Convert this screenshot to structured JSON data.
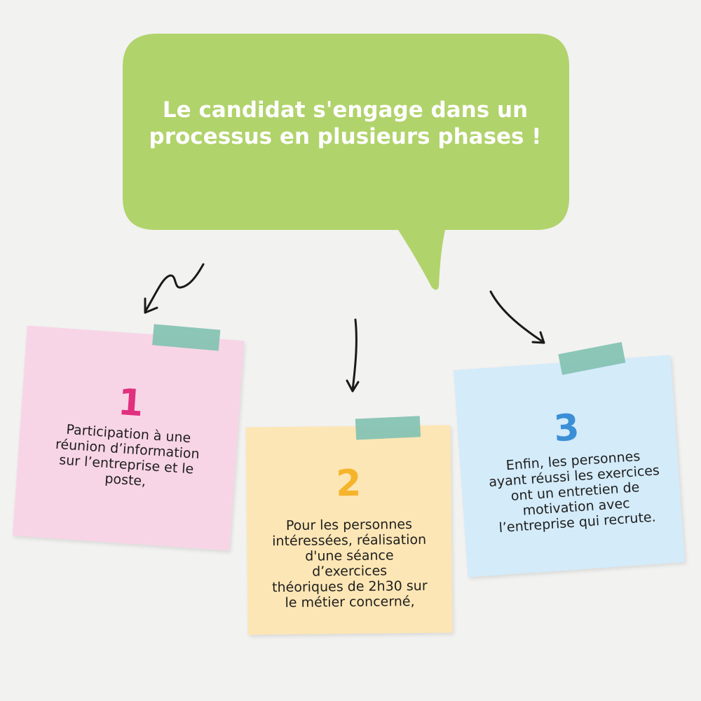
{
  "bubble": {
    "title_line1": "Le candidat s'engage dans un",
    "title_line2": "processus en plusieurs phases !",
    "color": "#b1d36b",
    "text_color": "#ffffff"
  },
  "arrows": {
    "color": "#1a1a1a"
  },
  "notes": [
    {
      "number": "1",
      "number_color": "#e0307e",
      "lines": [
        "Participation à une",
        "réunion d’information",
        "sur l’entreprise et le",
        "poste,"
      ],
      "bg": "#f8d5e6"
    },
    {
      "number": "2",
      "number_color": "#f6b42b",
      "lines": [
        "Pour les personnes",
        "intéressées, réalisation",
        "d'une séance d’exercices",
        "théoriques de 2h30 sur",
        "le métier concerné,"
      ],
      "bg": "#fde6b5"
    },
    {
      "number": "3",
      "number_color": "#3b8fd6",
      "lines": [
        "Enfin, les personnes",
        "ayant réussi les exercices",
        "ont un entretien de",
        "motivation avec",
        "l’entreprise qui recrute."
      ],
      "bg": "#d4ebf9"
    }
  ],
  "tape_color": "#86c3b3"
}
